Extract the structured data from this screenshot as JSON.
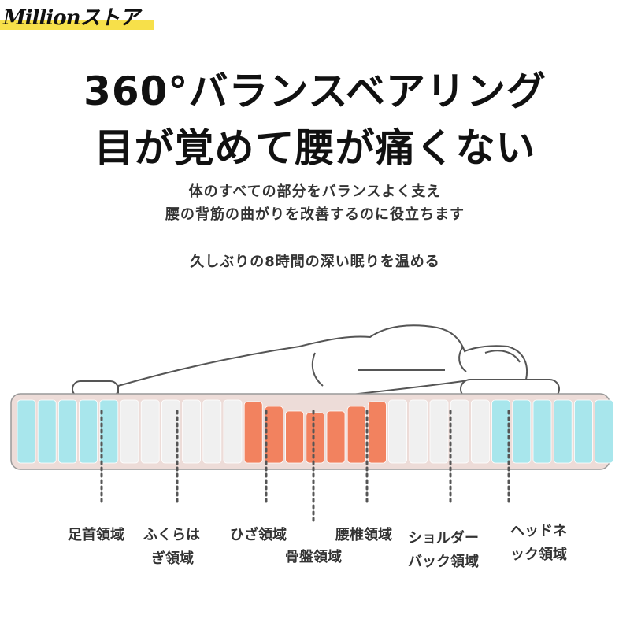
{
  "brand": {
    "name": "Millionストア"
  },
  "headline": {
    "line1": "360°バランスベアリング",
    "line2": "目が覚めて腰が痛くない"
  },
  "subtitle": {
    "line1": "体のすべての部分をバランスよく支え",
    "line2": "腰の背筋の曲がりを改善するのに役立ちます",
    "line3": "久しぶりの8時間の深い眠りを温める"
  },
  "zones": [
    {
      "label_line1": "足首領域",
      "label_line2": ""
    },
    {
      "label_line1": "ふくらは",
      "label_line2": "ぎ領域"
    },
    {
      "label_line1": "ひざ領域",
      "label_line2": ""
    },
    {
      "label_line1": "骨盤領域",
      "label_line2": ""
    },
    {
      "label_line1": "腰椎領域",
      "label_line2": ""
    },
    {
      "label_line1": "ショルダー",
      "label_line2": "バック領域"
    },
    {
      "label_line1": "ヘッドネ",
      "label_line2": "ック領域"
    }
  ],
  "colors": {
    "brand_bar": "#f7e04a",
    "mattress_border": "#eddcd8",
    "spring_cyan": "#a8e6ec",
    "spring_white": "#f0f0f0",
    "spring_orange": "#f2825f",
    "outline": "#555555"
  }
}
